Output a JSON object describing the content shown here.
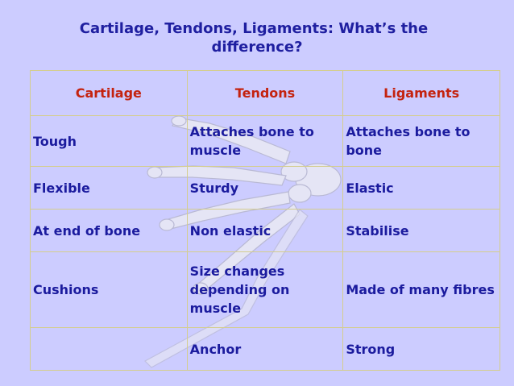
{
  "title": {
    "line1": "Cartilage, Tendons, Ligaments: What’s the",
    "line2": "difference?"
  },
  "table": {
    "headers": [
      "Cartilage",
      "Tendons",
      "Ligaments"
    ],
    "rows": [
      [
        "Tough",
        "Attaches bone to muscle",
        "Attaches bone to bone"
      ],
      [
        "Flexible",
        "Sturdy",
        "Elastic"
      ],
      [
        "At end of bone",
        "Non elastic",
        "Stabilise"
      ],
      [
        "Cushions",
        "Size changes depending on muscle",
        "Made of many fibres"
      ],
      [
        "",
        "Anchor",
        "Strong"
      ]
    ]
  },
  "colors": {
    "background": "#ccccff",
    "title": "#1f1fa0",
    "header": "#c4230f",
    "cell_text": "#1b1b9e",
    "border": "#d4cd8e"
  },
  "image": {
    "icon": "hand-skeleton-icon"
  }
}
